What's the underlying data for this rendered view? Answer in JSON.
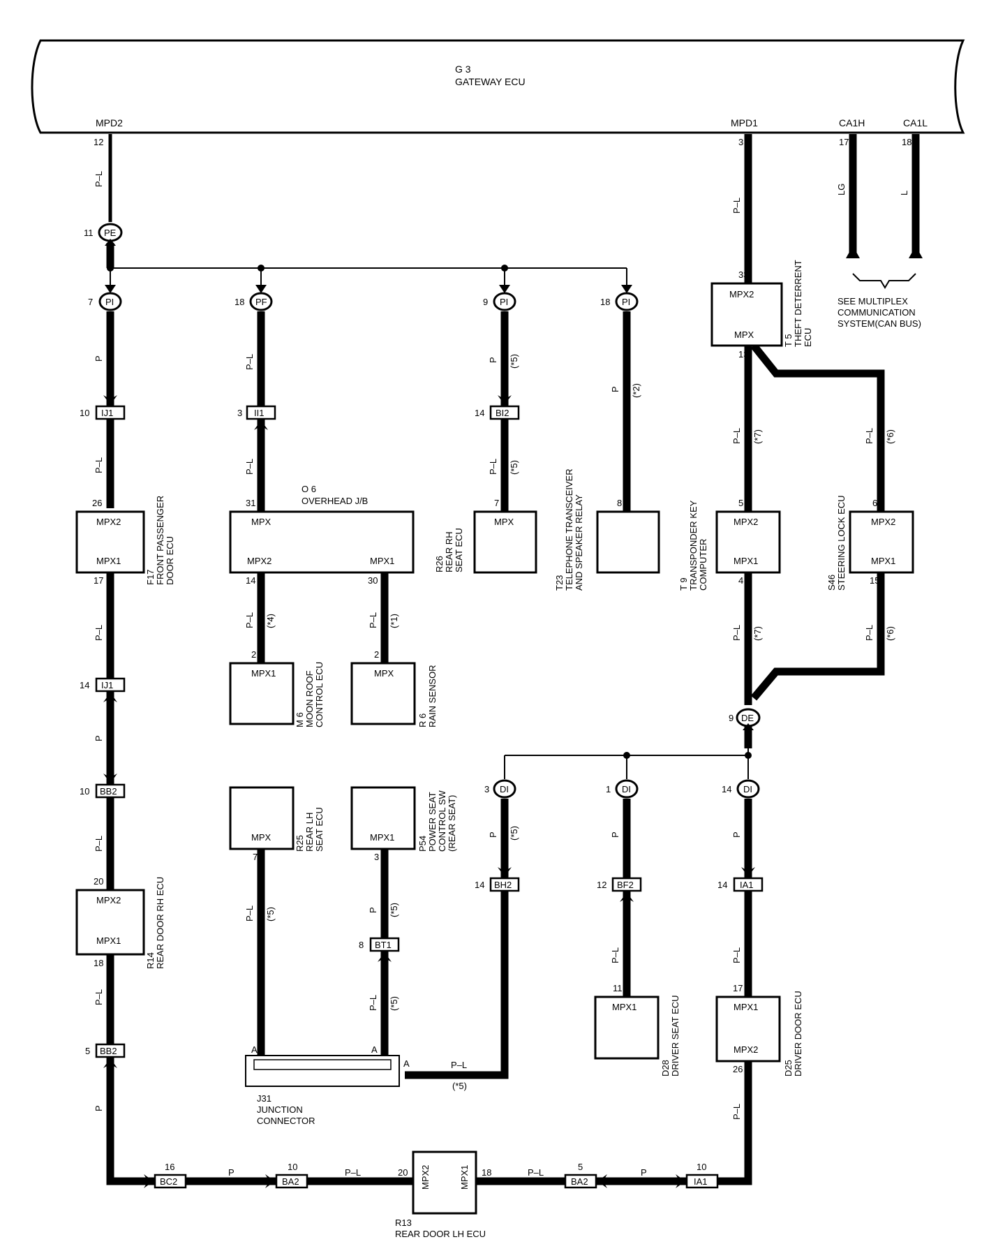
{
  "gateway": {
    "id": "G 3",
    "name": "GATEWAY ECU",
    "pin_mpd2": "MPD2",
    "pin_mpd1": "MPD1",
    "pin_ca1h": "CA1H",
    "pin_ca1l": "CA1L",
    "n12": "12",
    "n3": "3",
    "n17": "17",
    "n18": "18"
  },
  "wires": {
    "pl": "P–L",
    "p": "P",
    "lg": "LG",
    "l": "L"
  },
  "notes": {
    "n1": "(*1)",
    "n2": "(*2)",
    "n4": "(*4)",
    "n5": "(*5)",
    "n6": "(*6)",
    "n7": "(*7)"
  },
  "junction_pe": {
    "label": "PE",
    "pin": "11"
  },
  "junction_de": {
    "label": "DE",
    "pin": "9"
  },
  "connectors": {
    "pi1": {
      "label": "PI",
      "pin": "7"
    },
    "pf": {
      "label": "PF",
      "pin": "18"
    },
    "pi2": {
      "label": "PI",
      "pin": "9"
    },
    "pi3": {
      "label": "PI",
      "pin": "18"
    },
    "ij1a": {
      "label": "IJ1",
      "pin": "10"
    },
    "ii1": {
      "label": "II1",
      "pin": "3"
    },
    "bi2": {
      "label": "BI2",
      "pin": "14"
    },
    "ij1b": {
      "label": "IJ1",
      "pin": "14"
    },
    "bb2a": {
      "label": "BB2",
      "pin": "10"
    },
    "bb2b": {
      "label": "BB2",
      "pin": "5"
    },
    "di1": {
      "label": "DI",
      "pin": "3"
    },
    "di2": {
      "label": "DI",
      "pin": "1"
    },
    "di3": {
      "label": "DI",
      "pin": "14"
    },
    "bh2": {
      "label": "BH2",
      "pin": "14"
    },
    "bf2": {
      "label": "BF2",
      "pin": "12"
    },
    "ia1a": {
      "label": "IA1",
      "pin": "14"
    },
    "bt1": {
      "label": "BT1",
      "pin": "8"
    },
    "bc2": {
      "label": "BC2",
      "pin": "16"
    },
    "ba2a": {
      "label": "BA2",
      "pin": "10"
    },
    "ba2b": {
      "label": "BA2",
      "pin": "5"
    },
    "ia1b": {
      "label": "IA1",
      "pin": "10"
    }
  },
  "components": {
    "t5": {
      "id": "T 5",
      "name1": "THEFT DETERRENT",
      "name2": "ECU",
      "p_top": "MPX2",
      "p_bot": "MPX",
      "n_top": "33",
      "n_bot": "13"
    },
    "f17": {
      "id": "F17",
      "name1": "FRONT PASSENGER",
      "name2": "DOOR ECU",
      "p_top": "MPX2",
      "p_bot": "MPX1",
      "n_top": "26",
      "n_bot": "17"
    },
    "o6": {
      "id": "O 6",
      "name": "OVERHEAD J/B",
      "p_mpx": "MPX",
      "p_mpx2": "MPX2",
      "p_mpx1": "MPX1",
      "n31": "31",
      "n14": "14",
      "n30": "30"
    },
    "r26": {
      "id": "R26",
      "name1": "REAR RH",
      "name2": "SEAT ECU",
      "p": "MPX",
      "n": "7"
    },
    "t23": {
      "id": "T23",
      "name1": "TELEPHONE TRANSCEIVER",
      "name2": "AND SPEAKER RELAY",
      "n": "8"
    },
    "t9": {
      "id": "T 9",
      "name1": "TRANSPONDER KEY",
      "name2": "COMPUTER",
      "p_top": "MPX2",
      "p_bot": "MPX1",
      "n_top": "5",
      "n_bot": "4"
    },
    "s46": {
      "id": "S46",
      "name1": "STEERING LOCK ECU",
      "p_top": "MPX2",
      "p_bot": "MPX1",
      "n_top": "6",
      "n_bot": "15"
    },
    "m6": {
      "id": "M 6",
      "name1": "MOON ROOF",
      "name2": "CONTROL ECU",
      "p": "MPX1",
      "n": "2"
    },
    "r6": {
      "id": "R 6",
      "name1": "RAIN SENSOR",
      "p": "MPX",
      "n": "2"
    },
    "r25": {
      "id": "R25",
      "name1": "REAR LH",
      "name2": "SEAT ECU",
      "p": "MPX",
      "n": "7"
    },
    "p54": {
      "id": "P54",
      "name1": "POWER SEAT",
      "name2": "CONTROL SW",
      "name3": "(REAR SEAT)",
      "p": "MPX1",
      "n": "3"
    },
    "r14": {
      "id": "R14",
      "name1": "REAR DOOR RH ECU",
      "p_top": "MPX2",
      "p_bot": "MPX1",
      "n_top": "20",
      "n_bot": "18"
    },
    "d28": {
      "id": "D28",
      "name1": "DRIVER SEAT ECU",
      "p": "MPX1",
      "n": "11"
    },
    "d25": {
      "id": "D25",
      "name1": "DRIVER DOOR ECU",
      "p_top": "MPX1",
      "p_bot": "MPX2",
      "n_top": "17",
      "n_bot": "26"
    },
    "j31": {
      "id": "J31",
      "name1": "JUNCTION",
      "name2": "CONNECTOR",
      "pin": "A"
    },
    "r13": {
      "id": "R13",
      "name1": "REAR DOOR LH ECU",
      "p_left": "MPX2",
      "p_right": "MPX1",
      "n_left": "20",
      "n_right": "18"
    }
  },
  "multiplex_note": {
    "line1": "SEE MULTIPLEX",
    "line2": "COMMUNICATION",
    "line3": "SYSTEM(CAN BUS)"
  }
}
